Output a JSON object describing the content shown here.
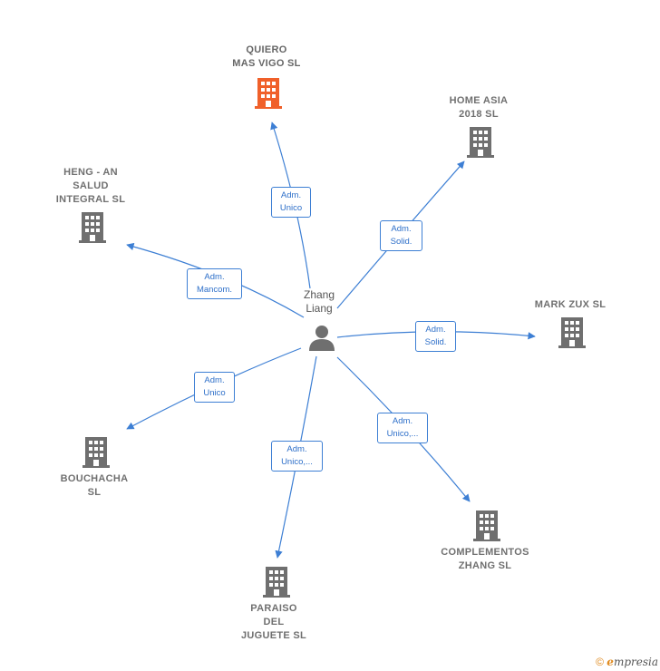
{
  "person": {
    "name": "Zhang\nLiang"
  },
  "companies": [
    {
      "id": "quiero",
      "name": "QUIERO\nMAS VIGO  SL",
      "highlight": true
    },
    {
      "id": "homeasia",
      "name": "HOME ASIA\n2018  SL",
      "highlight": false
    },
    {
      "id": "heng",
      "name": "HENG -  AN\nSALUD\nINTEGRAL  SL",
      "highlight": false
    },
    {
      "id": "markzux",
      "name": "MARK ZUX  SL",
      "highlight": false
    },
    {
      "id": "bouchacha",
      "name": "BOUCHACHA\nSL",
      "highlight": false
    },
    {
      "id": "complementos",
      "name": "COMPLEMENTOS\nZHANG SL",
      "highlight": false
    },
    {
      "id": "paraiso",
      "name": "PARAISO\nDEL\nJUGUETE  SL",
      "highlight": false
    }
  ],
  "roles": [
    {
      "id": "r-quiero",
      "label": "Adm.\nUnico"
    },
    {
      "id": "r-homeasia",
      "label": "Adm.\nSolid."
    },
    {
      "id": "r-heng",
      "label": "Adm.\nMancom."
    },
    {
      "id": "r-markzux",
      "label": "Adm.\nSolid."
    },
    {
      "id": "r-bouchacha",
      "label": "Adm.\nUnico"
    },
    {
      "id": "r-complementos",
      "label": "Adm.\nUnico,..."
    },
    {
      "id": "r-paraiso",
      "label": "Adm.\nUnico,..."
    }
  ],
  "colors": {
    "edge": "#3d7fd4",
    "building": "#6f6f6f",
    "building_highlight": "#f0602a"
  },
  "footer": {
    "copyright": "©",
    "brand_first": "e",
    "brand_rest": "mpresia"
  }
}
